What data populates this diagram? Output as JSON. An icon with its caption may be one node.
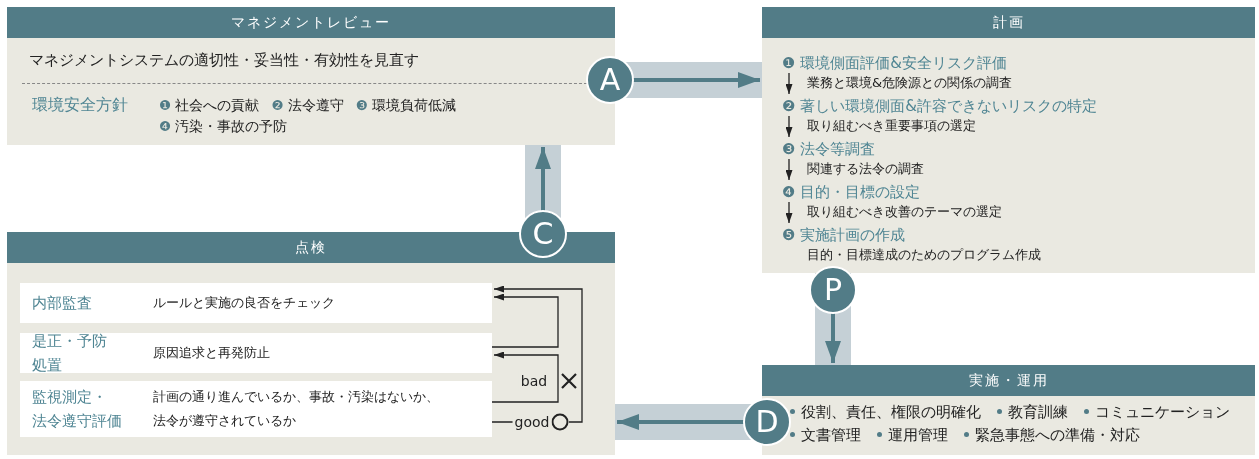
{
  "diagram": {
    "nodes": [
      {
        "text": [
          "マネジメントレビュー",
          "マネジメントシステムの適切性・妥当性・有効性を見直す",
          "環境安全方針",
          "❶ 社会への貢献",
          "❷ 法令遵守",
          "❸ 環境負荷低減",
          "❹ 汚染・事故の予防"
        ]
      },
      {
        "text": [
          "計画"
        ]
      },
      {
        "text": [
          "❶ 環境側面評価&安全リスク評価"
        ],
        "in": 1,
        "beside": [
          "業務と環境&危険源との関係の調査"
        ]
      },
      {
        "text": [
          "❷ 著しい環境側面&許容できないリスクの特定"
        ],
        "in": 1,
        "beside": [
          "取り組むべき重要事項の選定"
        ]
      },
      {
        "text": [
          "❸ 法令等調査"
        ],
        "in": 1,
        "beside": [
          "関連する法令の調査"
        ]
      },
      {
        "text": [
          "❹ 目的・目標の設定"
        ],
        "in": 1,
        "beside": [
          "取り組むべき改善のテーマの選定"
        ]
      },
      {
        "text": [
          "❺ 実施計画の作成"
        ],
        "in": 1,
        "beside": [
          "目的・目標達成のためのプログラム作成"
        ]
      },
      {
        "text": [
          "実施・運用",
          "役割、責任、権限の明確化",
          "教育訓練",
          "コミュニケーション",
          "文書管理",
          "運用管理",
          "緊急事態への準備・対応"
        ]
      },
      {
        "text": [
          "点検"
        ]
      },
      {
        "text": [
          "内部監査",
          "ルールと実施の良否をチェック"
        ],
        "in": 8
      },
      {
        "text": [
          "是正・予防処置",
          "原因追求と再発防止"
        ],
        "in": 8
      },
      {
        "text": [
          "監視測定・法令遵守評価",
          "計画の通り進んでいるか、事故・汚染はないか、法令が遵守されているか"
        ],
        "in": 8
      }
    ],
    "edges": [
      {
        "from": 0,
        "to": 1,
        "arrow": "to",
        "label": "A",
        "style": "thick",
        "color": "#527c87"
      },
      {
        "from": 1,
        "to": 7,
        "arrow": "to",
        "label": "P",
        "style": "thick",
        "color": "#527c87"
      },
      {
        "from": 7,
        "to": 8,
        "arrow": "to",
        "label": "D",
        "style": "thick",
        "color": "#527c87"
      },
      {
        "from": 8,
        "to": 0,
        "arrow": "to",
        "label": "C",
        "style": "thick",
        "color": "#527c87"
      },
      {
        "from": 2,
        "to": 3,
        "arrow": "to"
      },
      {
        "from": 3,
        "to": 4,
        "arrow": "to"
      },
      {
        "from": 4,
        "to": 5,
        "arrow": "to"
      },
      {
        "from": 5,
        "to": 6,
        "arrow": "to"
      },
      {
        "from": 10,
        "to": 9,
        "arrow": "to"
      },
      {
        "from": 11,
        "to": 10,
        "arrow": "to",
        "label": "bad"
      },
      {
        "from": 11,
        "to": 9,
        "arrow": "to",
        "label": "good"
      }
    ]
  }
}
